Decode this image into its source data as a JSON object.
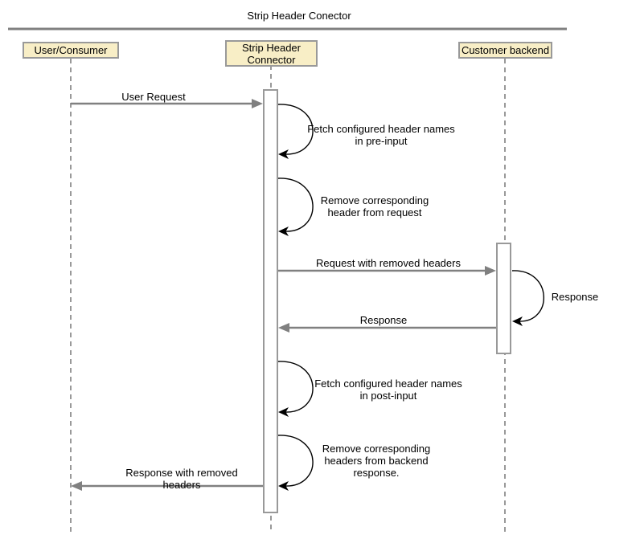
{
  "diagram": {
    "title": "Strip Header Conector",
    "participants": {
      "user": {
        "label": "User/Consumer"
      },
      "connector": {
        "label": "Strip Header\nConnector"
      },
      "backend": {
        "label": "Customer backend"
      }
    },
    "messages": {
      "user_request": "User Request",
      "fetch_pre_input": "Fetch configured header names\nin pre-input",
      "remove_header_request": "Remove corresponding\nheader from request",
      "request_removed_headers": "Request with removed headers",
      "backend_response": "Response",
      "response": "Response",
      "fetch_post_input": "Fetch configured header names\nin post-input",
      "remove_headers_response": "Remove corresponding\nheaders from backend\nresponse.",
      "response_removed_headers": "Response with removed\nheaders"
    },
    "colors": {
      "participant_fill": "#F8EEC6",
      "participant_border": "#999999",
      "lifeline": "#999999",
      "activation_fill": "#FFFFFF",
      "message_arrow": "#808080",
      "self_loop_arrow": "#000000",
      "frame_line": "#808080",
      "text": "#000000"
    }
  }
}
